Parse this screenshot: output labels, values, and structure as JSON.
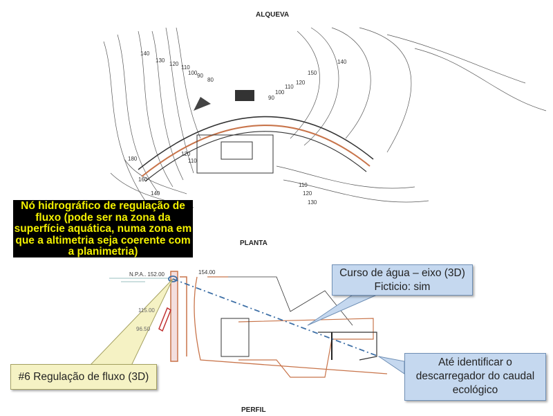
{
  "titles": {
    "top": "ALQUEVA",
    "plan": "PLANTA",
    "profile": "PERFIL"
  },
  "notes": {
    "flow_node": "Nó hidrográfico de regulação de fluxo (pode ser na zona da superfície aquática, numa zona em que a altimetria seja coerente com a planimetria)"
  },
  "callouts": {
    "watercourse_line1": "Curso de água – eixo (3D)",
    "watercourse_line2": "Ficticio: sim",
    "discharge_line1": "Até identificar o",
    "discharge_line2": "descarregador do caudal",
    "discharge_line3": "ecológico",
    "flow_regulation": "#6 Regulação de fluxo (3D)"
  },
  "plan_contours": {
    "left": [
      "140",
      "130",
      "120",
      "110",
      "100",
      "90",
      "80"
    ],
    "right": [
      "150",
      "140",
      "120",
      "110",
      "100",
      "90"
    ],
    "bottom_left": [
      "180",
      "160",
      "140",
      "120",
      "110"
    ],
    "bottom_right": [
      "110",
      "120",
      "130"
    ]
  },
  "elevations": {
    "npa": "N.P.A.. 152.00",
    "crest": "154.00",
    "level1": "115.00",
    "level2": "96.50"
  },
  "colors": {
    "concrete": "#c8744a",
    "axis": "#3d6fa6",
    "callout_blue": "#c5d8ef",
    "callout_yellow": "#f5f2c4",
    "note_text": "#f2f000"
  }
}
